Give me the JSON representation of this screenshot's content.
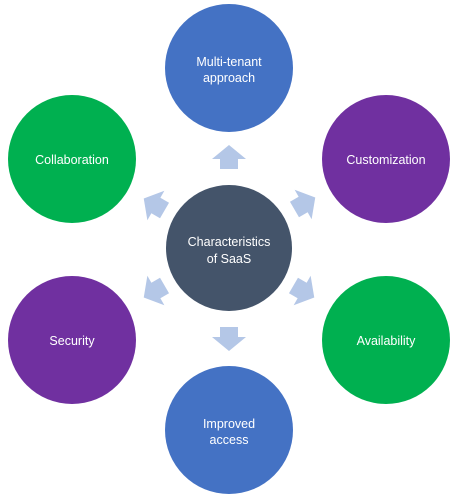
{
  "diagram": {
    "center": {
      "line1": "Characteristics",
      "line2": "of SaaS",
      "color": "#44546a"
    },
    "nodes": [
      {
        "id": "multi-tenant",
        "line1": "Multi-tenant",
        "line2": "approach",
        "color": "#4472c4"
      },
      {
        "id": "customization",
        "line1": "Customization",
        "line2": "",
        "color": "#7030a0"
      },
      {
        "id": "availability",
        "line1": "Availability",
        "line2": "",
        "color": "#00b050"
      },
      {
        "id": "improved-access",
        "line1": "Improved",
        "line2": "access",
        "color": "#4472c4"
      },
      {
        "id": "security",
        "line1": "Security",
        "line2": "",
        "color": "#7030a0"
      },
      {
        "id": "collaboration",
        "line1": "Collaboration",
        "line2": "",
        "color": "#00b050"
      }
    ],
    "arrow_color": "#b4c7e7"
  }
}
